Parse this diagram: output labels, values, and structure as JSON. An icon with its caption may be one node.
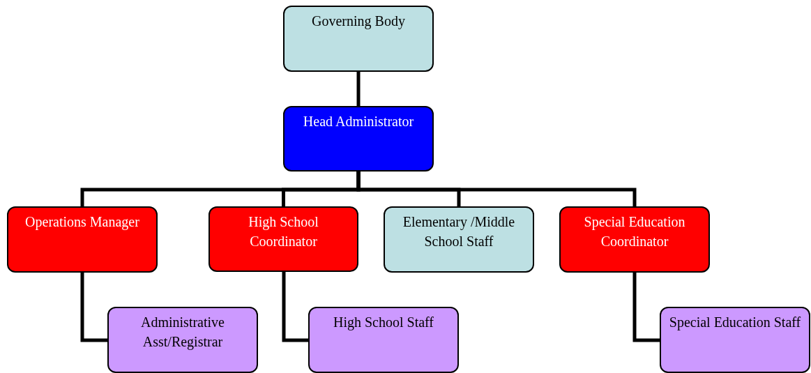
{
  "diagram": {
    "nodes": [
      {
        "text": [
          "Governing Body"
        ]
      },
      {
        "text": [
          "Head Administrator"
        ]
      },
      {
        "text": [
          "Operations Manager"
        ]
      },
      {
        "text": [
          "High School Coordinator"
        ]
      },
      {
        "text": [
          "Elementary /Middle School Staff"
        ]
      },
      {
        "text": [
          "Special Education Coordinator"
        ]
      },
      {
        "text": [
          "Administrative Asst/Registrar"
        ]
      },
      {
        "text": [
          "High School Staff"
        ]
      },
      {
        "text": [
          "Special Education Staff"
        ]
      }
    ],
    "edges": [
      {
        "from": 0,
        "to": 1,
        "arrow": "none"
      },
      {
        "from": 1,
        "to": 2,
        "arrow": "none"
      },
      {
        "from": 1,
        "to": 3,
        "arrow": "none"
      },
      {
        "from": 1,
        "to": 4,
        "arrow": "none"
      },
      {
        "from": 1,
        "to": 5,
        "arrow": "none"
      },
      {
        "from": 2,
        "to": 6,
        "arrow": "none"
      },
      {
        "from": 3,
        "to": 7,
        "arrow": "none"
      },
      {
        "from": 5,
        "to": 8,
        "arrow": "none"
      }
    ]
  }
}
